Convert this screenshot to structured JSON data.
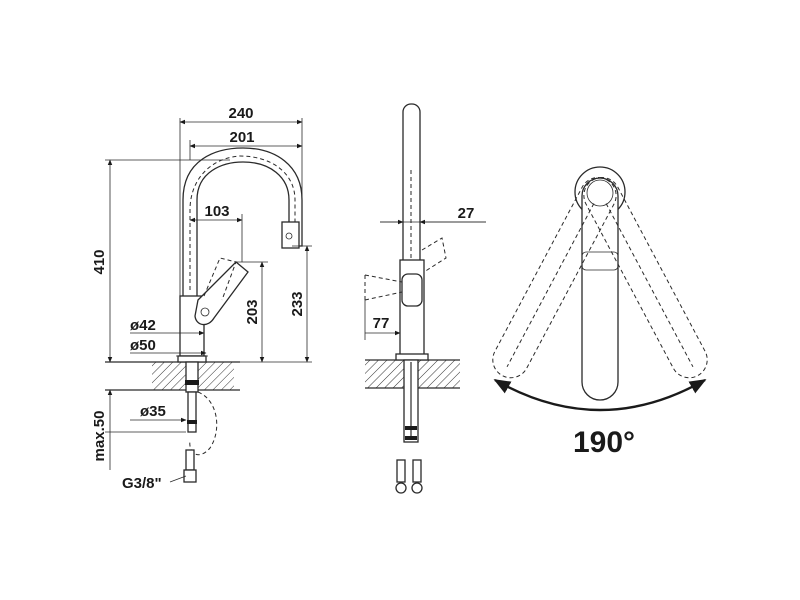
{
  "dimensions": {
    "width_240": "240",
    "width_201": "201",
    "reach_103": "103",
    "height_410": "410",
    "height_233": "233",
    "height_203": "203",
    "dia_42": "ø42",
    "dia_50": "ø50",
    "dia_35": "ø35",
    "max_50": "max.50",
    "thread": "G3/8\"",
    "side_27": "27",
    "side_77": "77"
  },
  "swivel_angle": "190°"
}
